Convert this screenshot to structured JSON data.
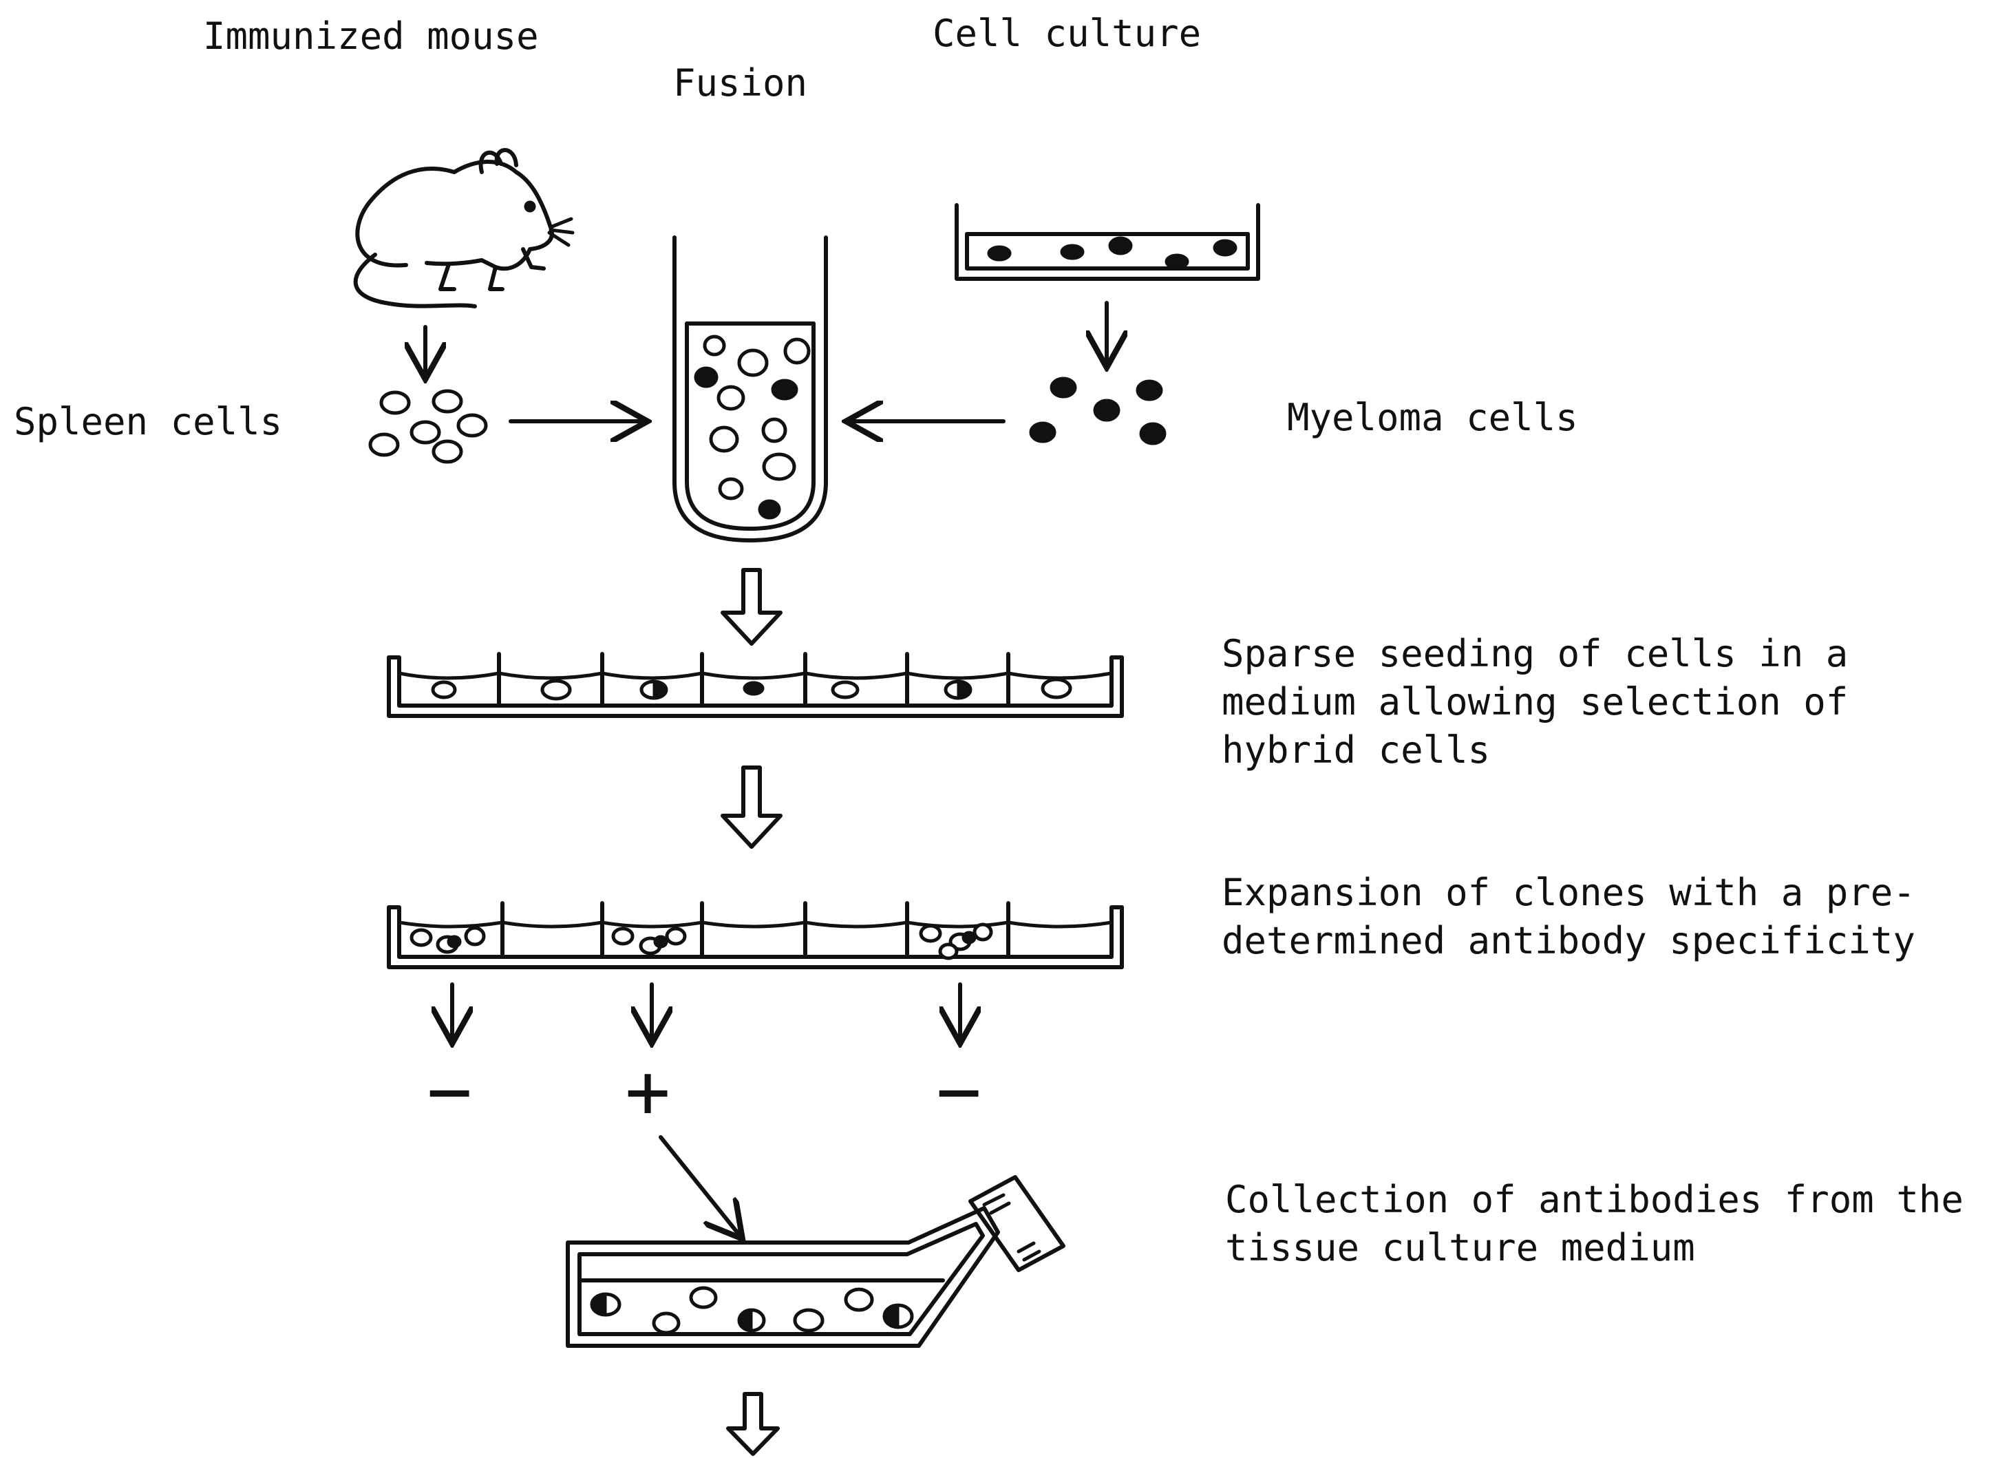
{
  "labels": {
    "immunized_mouse": "Immunized mouse",
    "cell_culture": "Cell culture",
    "fusion": "Fusion",
    "spleen_cells": "Spleen cells",
    "myeloma_cells": "Myeloma cells",
    "sparse_seeding": "Sparse seeding of cells in a\nmedium allowing selection of\nhybrid cells",
    "expansion": "Expansion of clones with a pre-\ndetermined antibody specificity",
    "collection": "Collection of antibodies from the\ntissue culture medium"
  },
  "screening_results": [
    "−",
    "+",
    "−"
  ]
}
